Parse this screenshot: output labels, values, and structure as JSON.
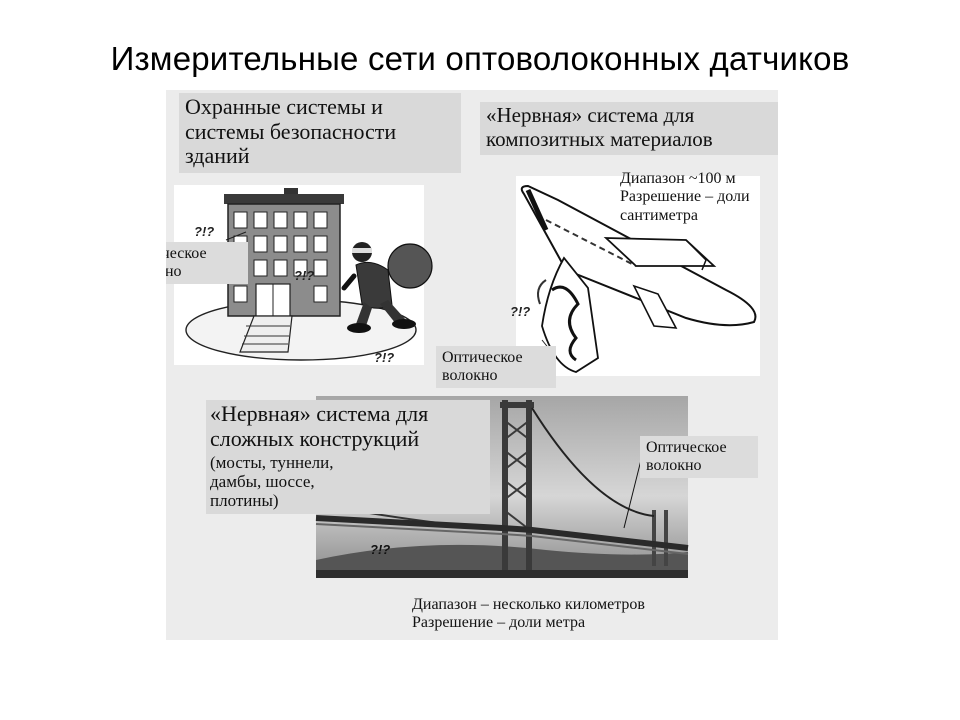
{
  "title": "Измерительные сети оптоволоконных датчиков",
  "building": {
    "heading": [
      "Охранные системы и",
      "системы безопасности",
      "зданий"
    ],
    "fiber_label": [
      "Оптическое",
      "волокно"
    ],
    "marks": [
      "?!?",
      "?!?",
      "?!?"
    ]
  },
  "aircraft": {
    "heading": [
      "«Нервная» система для",
      "композитных материалов"
    ],
    "specs": [
      "Диапазон ~100 м",
      "Разрешение – доли",
      "сантиметра"
    ],
    "fiber_label": [
      "Оптическое",
      "волокно"
    ],
    "mark": "?!?"
  },
  "bridge": {
    "heading": [
      "«Нервная» система для",
      "сложных конструкций"
    ],
    "examples": [
      "(мосты, туннели,",
      "дамбы, шоссе,",
      "плотины)"
    ],
    "fiber_label": [
      "Оптическое",
      "волокно"
    ],
    "mark": "?!?",
    "specs": [
      "Диапазон – несколько километров",
      "Разрешение – доли метра"
    ]
  },
  "icons": {
    "building": "office-building-icon",
    "burglar": "burglar-with-sack-icon",
    "aircraft": "airplane-icon",
    "bridge": "suspension-bridge-icon"
  },
  "colors": {
    "panel": "#ececec",
    "label_bg": "#d9d9d9",
    "ink": "#111111",
    "sky": "#c8c8c8"
  }
}
